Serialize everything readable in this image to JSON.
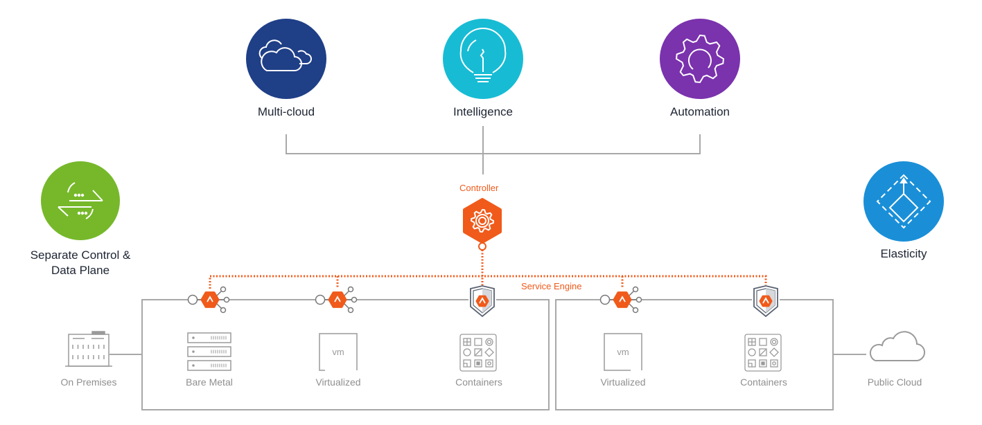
{
  "features": {
    "multicloud": {
      "label": "Multi-cloud",
      "color": "#1f3f87",
      "icon": "clouds-icon"
    },
    "intelligence": {
      "label": "Intelligence",
      "color": "#17bcd4",
      "icon": "lightbulb-icon"
    },
    "automation": {
      "label": "Automation",
      "color": "#7a32ad",
      "icon": "gear-icon"
    },
    "separate": {
      "label_line1": "Separate Control &",
      "label_line2": "Data Plane",
      "color": "#76b82a",
      "icon": "exchange-arrows-icon"
    },
    "elasticity": {
      "label": "Elasticity",
      "color": "#1a8fd8",
      "icon": "scale-diamond-icon"
    }
  },
  "controller": {
    "label": "Controller",
    "color": "#f05a1a"
  },
  "service_engine": {
    "label": "Service Engine"
  },
  "environments": {
    "on_premises": "On Premises",
    "public_cloud": "Public Cloud",
    "left_box": [
      "Bare Metal",
      "Virtualized",
      "Containers"
    ],
    "right_box": [
      "Virtualized",
      "Containers"
    ]
  },
  "vm_text": "vm"
}
